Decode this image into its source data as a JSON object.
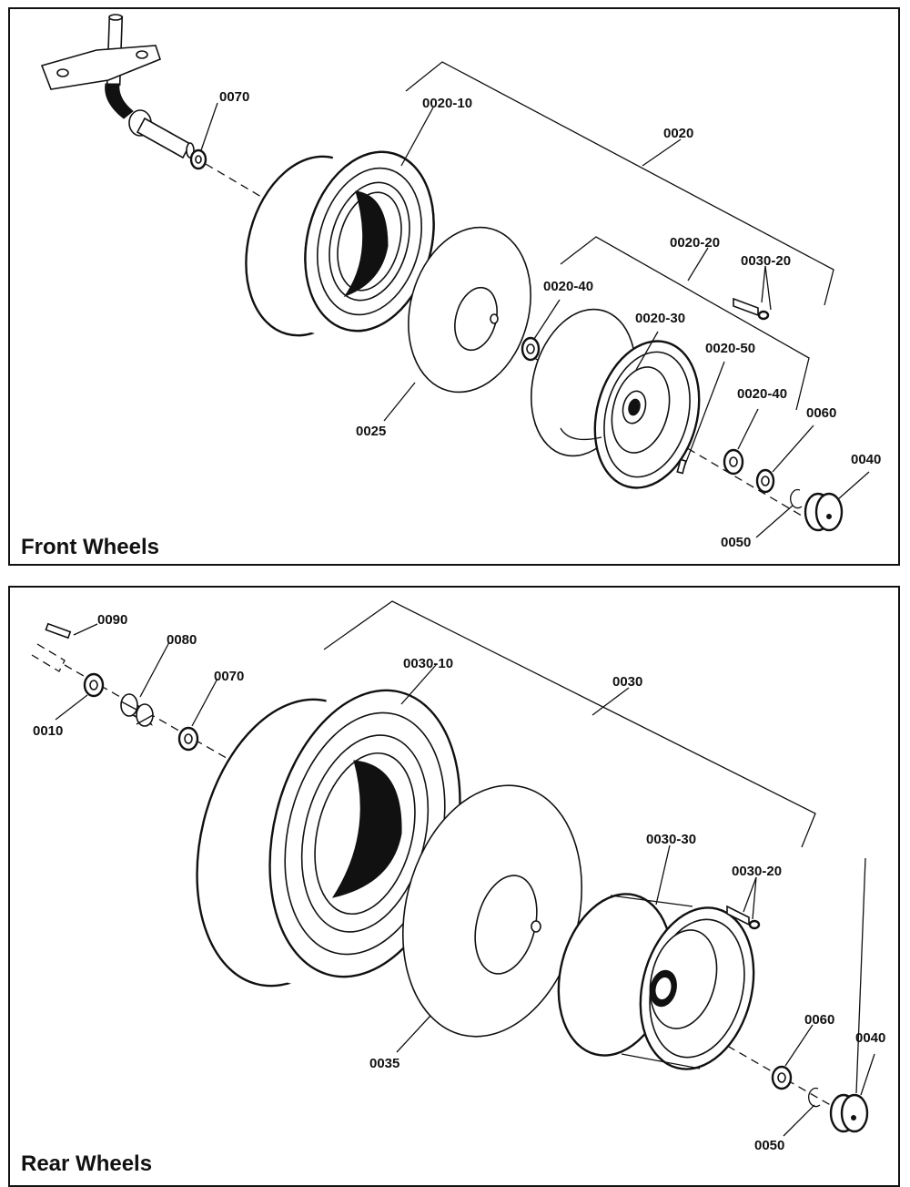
{
  "front": {
    "title": "Front Wheels",
    "labels": {
      "p0070": "0070",
      "p0020_10": "0020-10",
      "p0020": "0020",
      "p0020_20": "0020-20",
      "p0030_20": "0030-20",
      "p0020_40a": "0020-40",
      "p0020_30": "0020-30",
      "p0020_50": "0020-50",
      "p0020_40b": "0020-40",
      "p0060": "0060",
      "p0040": "0040",
      "p0025": "0025",
      "p0050": "0050"
    }
  },
  "rear": {
    "title": "Rear Wheels",
    "labels": {
      "p0090": "0090",
      "p0080": "0080",
      "p0070": "0070",
      "p0010": "0010",
      "p0030_10": "0030-10",
      "p0030": "0030",
      "p0030_30": "0030-30",
      "p0030_20": "0030-20",
      "p0060": "0060",
      "p0040": "0040",
      "p0035": "0035",
      "p0050": "0050"
    }
  }
}
